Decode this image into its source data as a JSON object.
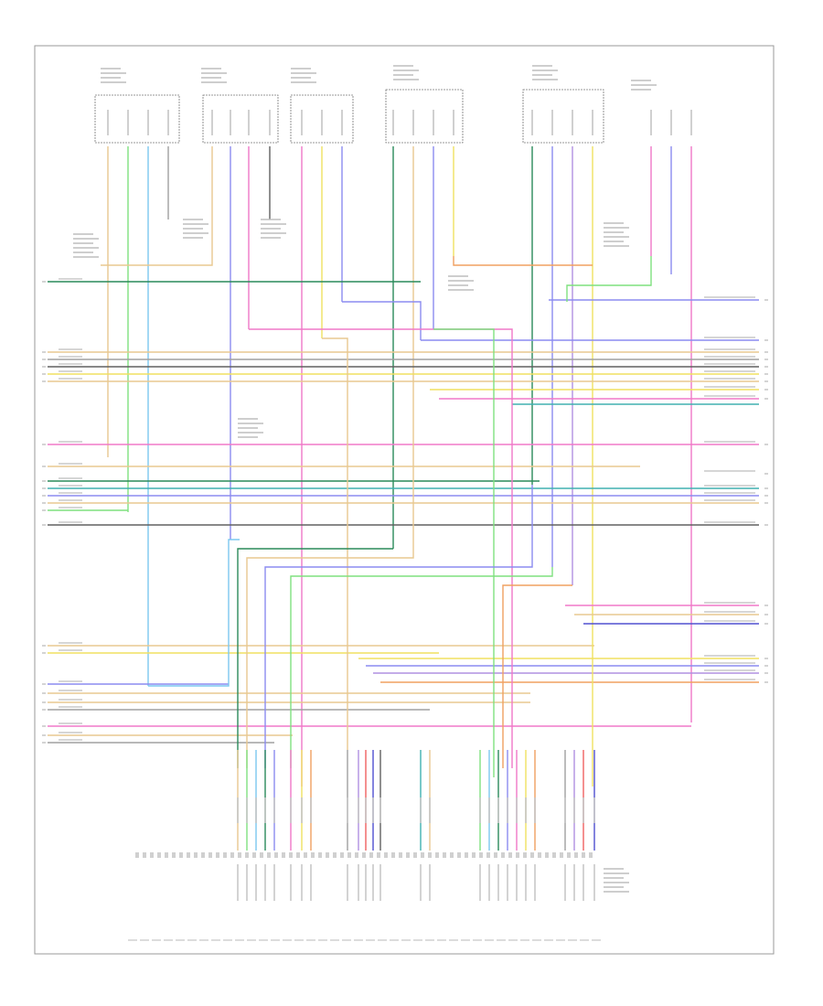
{
  "figure": {
    "label": "",
    "note": ""
  },
  "colors": {
    "frame": "#9a9a9a",
    "text": "#666666",
    "wires": {
      "tan": "#e8c890",
      "lightgreen": "#7fe07f",
      "lightblue": "#7cc8f0",
      "darkgreen": "#2a8a5a",
      "blue": "#8c8cf0",
      "pink": "#f078c8",
      "yellow": "#f0e060",
      "orange": "#f0a060",
      "gray": "#a0a0a0",
      "violet": "#b090e0",
      "red": "#f06060",
      "navy": "#5050d0",
      "darkgray": "#606060",
      "teal": "#40b0b0"
    }
  },
  "components": [
    {
      "id": "top-1",
      "label": ""
    },
    {
      "id": "top-2",
      "label": ""
    },
    {
      "id": "top-3",
      "label": ""
    },
    {
      "id": "top-4",
      "label": ""
    },
    {
      "id": "top-5",
      "label": ""
    },
    {
      "id": "top-6",
      "label": ""
    },
    {
      "id": "bottom-connector",
      "label": ""
    }
  ],
  "splices": []
}
